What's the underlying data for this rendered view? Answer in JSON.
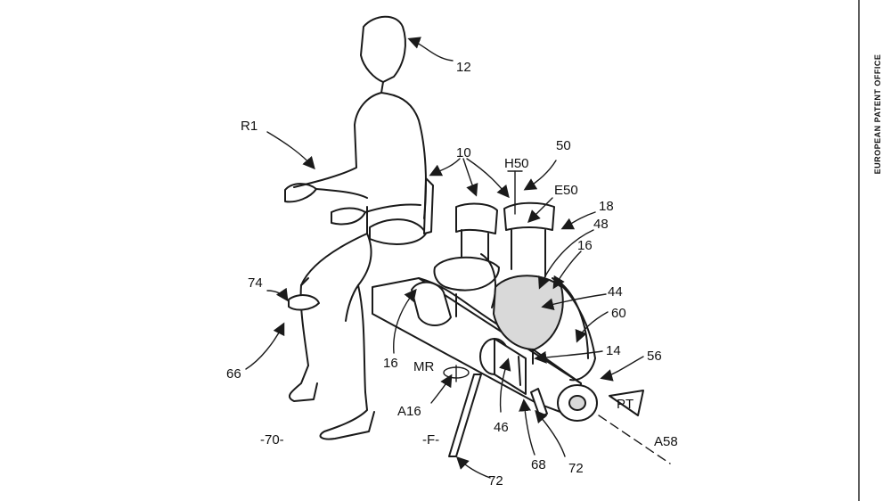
{
  "side_text": "EUROPEAN PATENT OFFICE",
  "labels": {
    "ref_12": "12",
    "ref_R1": "R1",
    "ref_10": "10",
    "ref_50": "50",
    "ref_H50": "H50",
    "ref_E50": "E50",
    "ref_18": "18",
    "ref_48": "48",
    "ref_16_right": "16",
    "ref_44": "44",
    "ref_60": "60",
    "ref_14": "14",
    "ref_56": "56",
    "ref_PT": "PT",
    "ref_74": "74",
    "ref_66": "66",
    "ref_16_left": "16",
    "ref_MR": "MR",
    "ref_A16": "A16",
    "ref_70": "-70-",
    "ref_F": "-F-",
    "ref_46": "46",
    "ref_68": "68",
    "ref_72_right": "72",
    "ref_72_bottom": "72",
    "ref_A58": "A58"
  }
}
